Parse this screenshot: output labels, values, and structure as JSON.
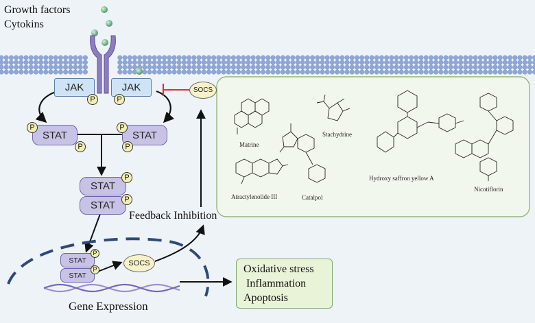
{
  "ligand": {
    "line1": "Growth factors",
    "line2": "Cytokins"
  },
  "kinases": {
    "left": "JAK",
    "right": "JAK"
  },
  "phospho": {
    "label": "P"
  },
  "stat": {
    "label": "STAT"
  },
  "socs": {
    "label": "SOCS"
  },
  "feedback_label": "Feedback Inhibition",
  "gene_expression_label": "Gene Expression",
  "outcomes": [
    "Oxidative stress",
    "Inflammation",
    "Apoptosis"
  ],
  "compounds": [
    "Matrine",
    "Stachydrine",
    "Hydroxy saffron yellow A",
    "Nicotiflorin",
    "Atractylenolide III",
    "Catalpol"
  ],
  "colors": {
    "membrane": "#8fa7d6",
    "receptor": "#8e7cc3",
    "jak_fill": "#cfe3f7",
    "stat_fill": "#c8c3e6",
    "inhibit": "#e0302a",
    "nucleus": "#2f4a7a",
    "dna": "#9b8fd0"
  }
}
